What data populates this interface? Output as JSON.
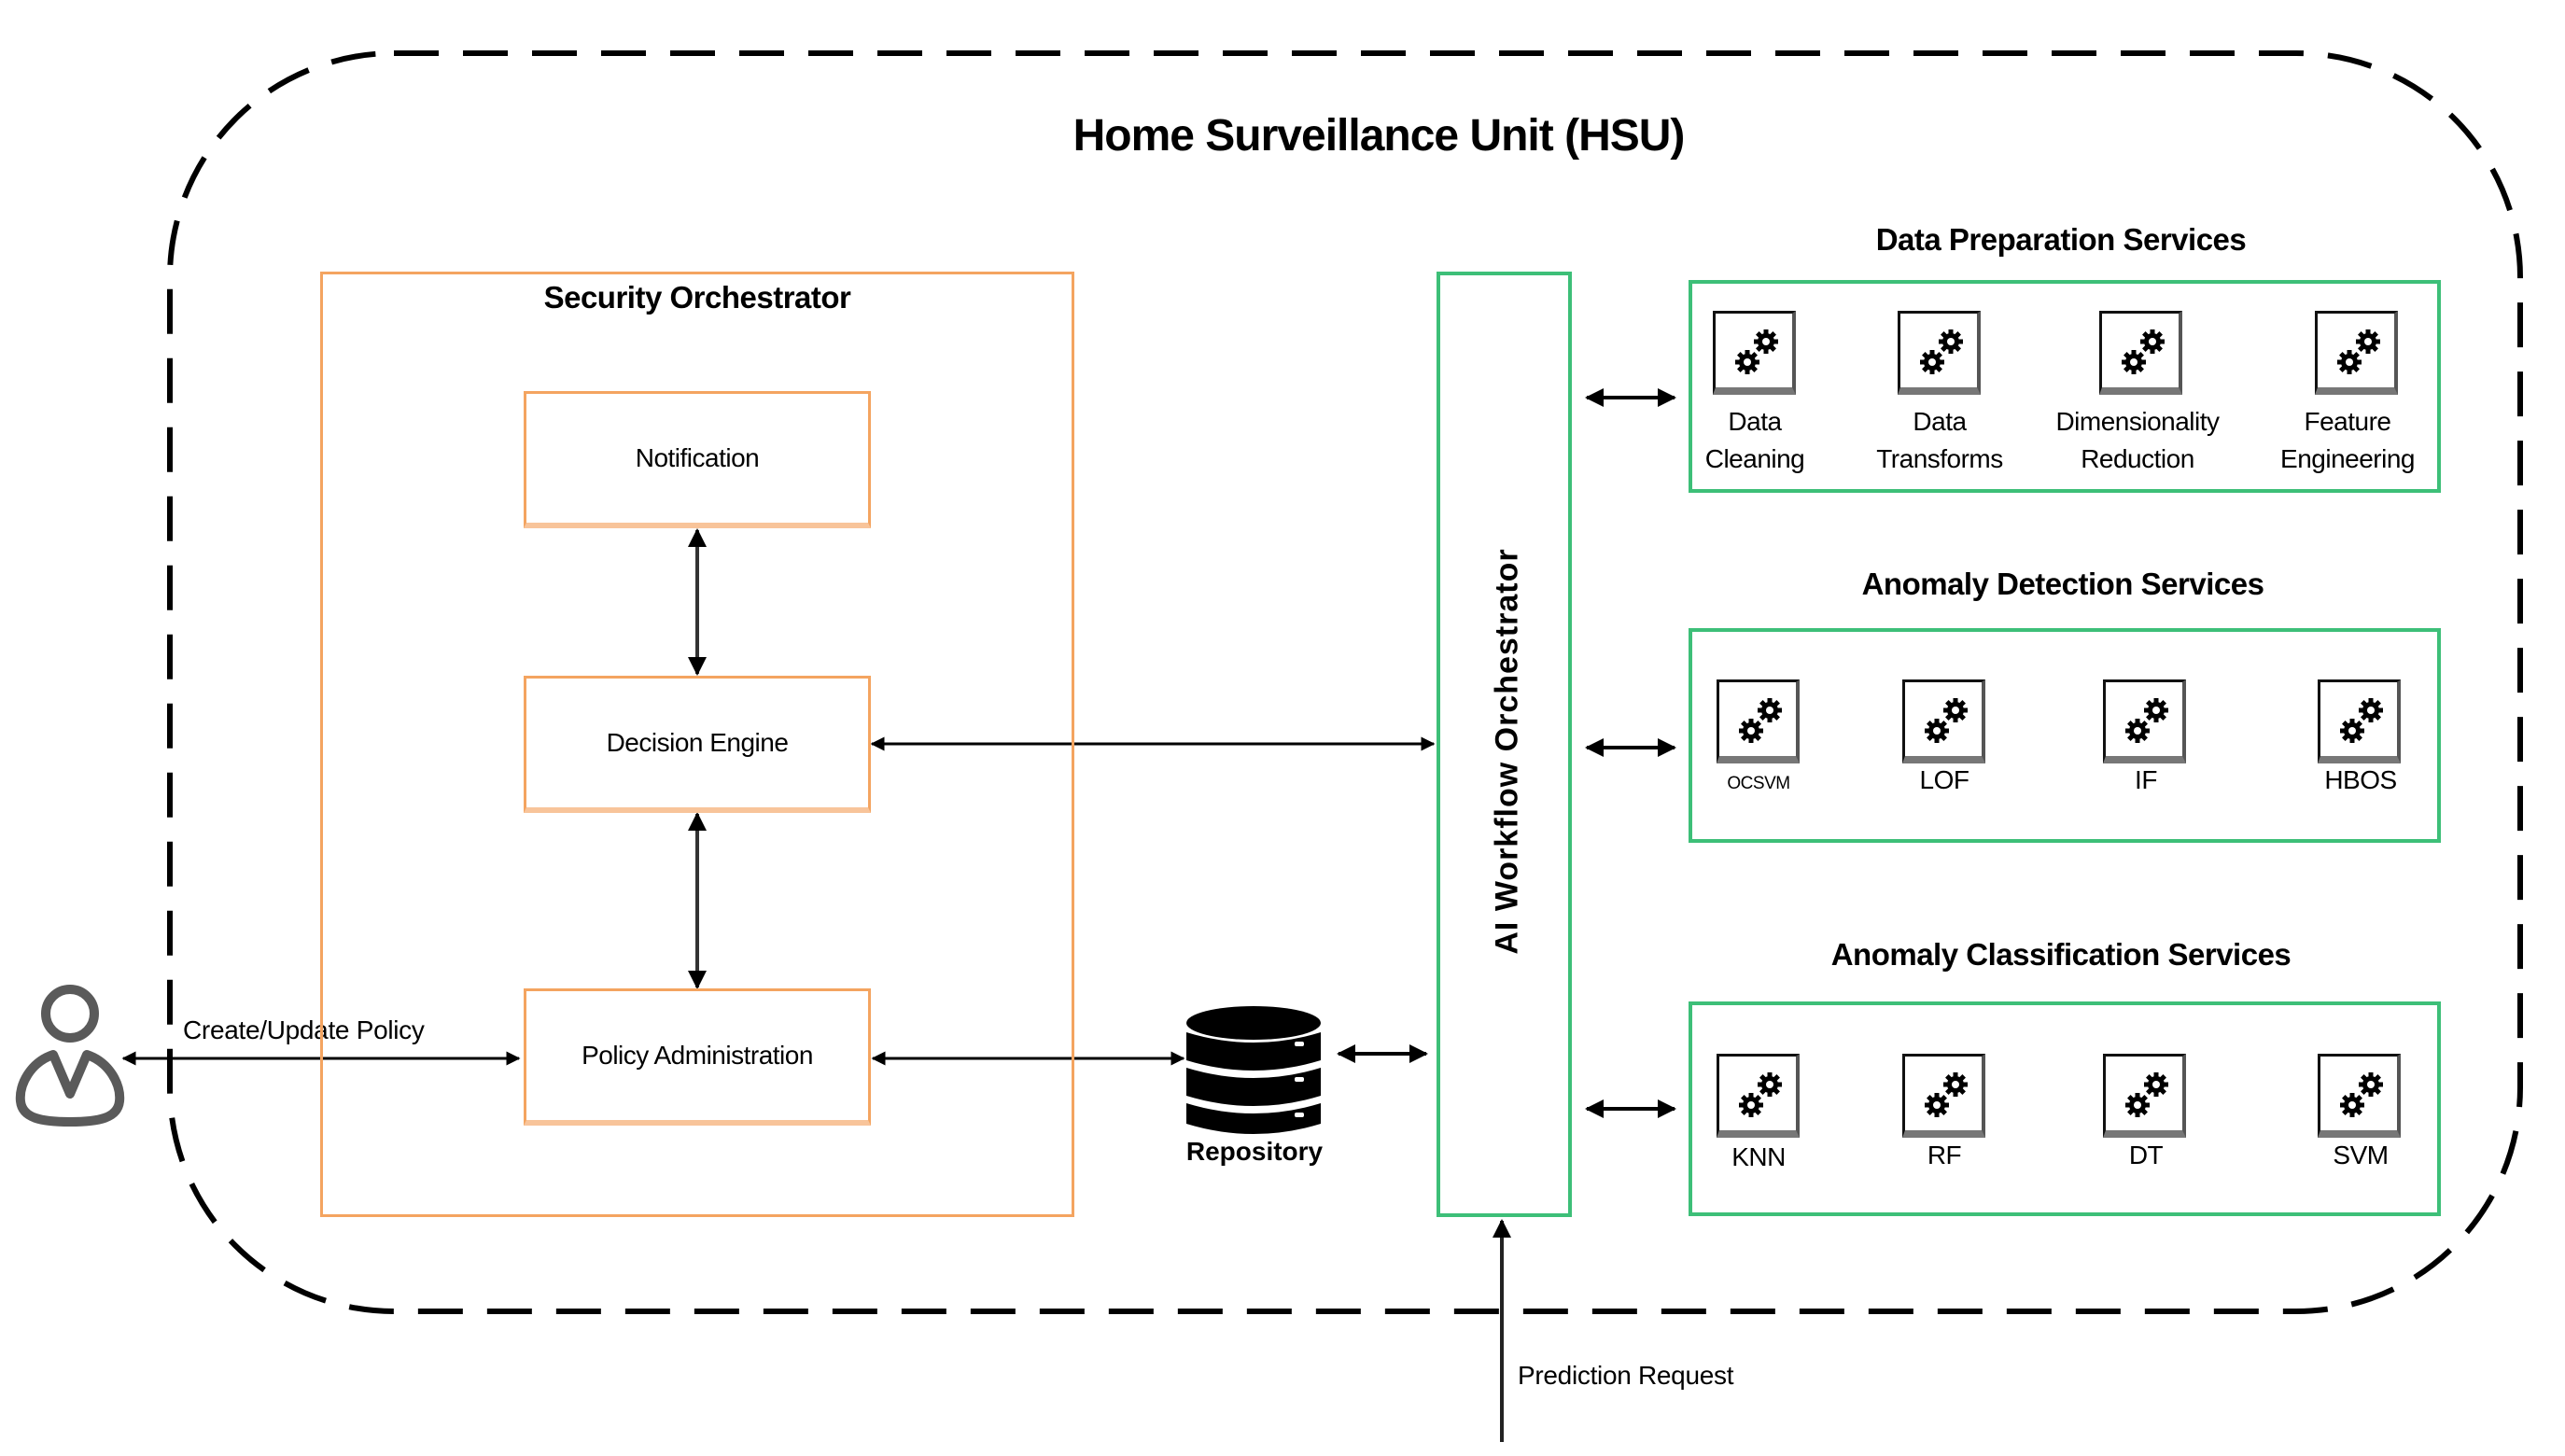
{
  "title": "Home Surveillance Unit (HSU)",
  "colors": {
    "orchestrator_border": "#f4a460",
    "services_border": "#3dbf78",
    "user_icon": "#5a5a5a",
    "frame": "#000000"
  },
  "user": {
    "icon": "user-icon",
    "edge_label": "Create/Update Policy"
  },
  "security_orchestrator": {
    "title": "Security Orchestrator",
    "components": {
      "notification": "Notification",
      "decision_engine": "Decision Engine",
      "policy_administration": "Policy Administration"
    }
  },
  "repository": {
    "icon": "database-icon",
    "label": "Repository"
  },
  "ai_orchestrator": {
    "label": "AI Workflow Orchestrator",
    "input_label": "Prediction Request"
  },
  "service_groups": [
    {
      "title": "Data Preparation Services",
      "services": [
        {
          "label": "Data Cleaning",
          "line1": "Data",
          "line2": "Cleaning",
          "icon": "gears-icon"
        },
        {
          "label": "Data Transforms",
          "line1": "Data",
          "line2": "Transforms",
          "icon": "gears-icon"
        },
        {
          "label": "Dimensionality Reduction",
          "line1": "Dimensionality",
          "line2": "Reduction",
          "icon": "gears-icon"
        },
        {
          "label": "Feature Engineering",
          "line1": "Feature",
          "line2": "Engineering",
          "icon": "gears-icon"
        }
      ]
    },
    {
      "title": "Anomaly Detection Services",
      "services": [
        {
          "label": "OCSVM",
          "line1": "OCSVM",
          "line2": "",
          "icon": "gears-icon"
        },
        {
          "label": "LOF",
          "line1": "LOF",
          "line2": "",
          "icon": "gears-icon"
        },
        {
          "label": "IF",
          "line1": "IF",
          "line2": "",
          "icon": "gears-icon"
        },
        {
          "label": "HBOS",
          "line1": "HBOS",
          "line2": "",
          "icon": "gears-icon"
        }
      ]
    },
    {
      "title": "Anomaly Classification Services",
      "services": [
        {
          "label": "KNN",
          "line1": "KNN",
          "line2": "",
          "icon": "gears-icon"
        },
        {
          "label": "RF",
          "line1": "RF",
          "line2": "",
          "icon": "gears-icon"
        },
        {
          "label": "DT",
          "line1": "DT",
          "line2": "",
          "icon": "gears-icon"
        },
        {
          "label": "SVM",
          "line1": "SVM",
          "line2": "",
          "icon": "gears-icon"
        }
      ]
    }
  ],
  "connections": [
    {
      "from": "User",
      "to": "Policy Administration",
      "label": "Create/Update Policy",
      "bidirectional": true
    },
    {
      "from": "Notification",
      "to": "Decision Engine",
      "bidirectional": true
    },
    {
      "from": "Decision Engine",
      "to": "Policy Administration",
      "bidirectional": true
    },
    {
      "from": "Decision Engine",
      "to": "AI Workflow Orchestrator",
      "bidirectional": true
    },
    {
      "from": "Policy Administration",
      "to": "Repository",
      "bidirectional": true
    },
    {
      "from": "Repository",
      "to": "AI Workflow Orchestrator",
      "bidirectional": true
    },
    {
      "from": "AI Workflow Orchestrator",
      "to": "Data Preparation Services",
      "bidirectional": true
    },
    {
      "from": "AI Workflow Orchestrator",
      "to": "Anomaly Detection Services",
      "bidirectional": true
    },
    {
      "from": "AI Workflow Orchestrator",
      "to": "Anomaly Classification Services",
      "bidirectional": true
    },
    {
      "from": "Prediction Request",
      "to": "AI Workflow Orchestrator",
      "label": "Prediction Request",
      "bidirectional": false
    }
  ]
}
